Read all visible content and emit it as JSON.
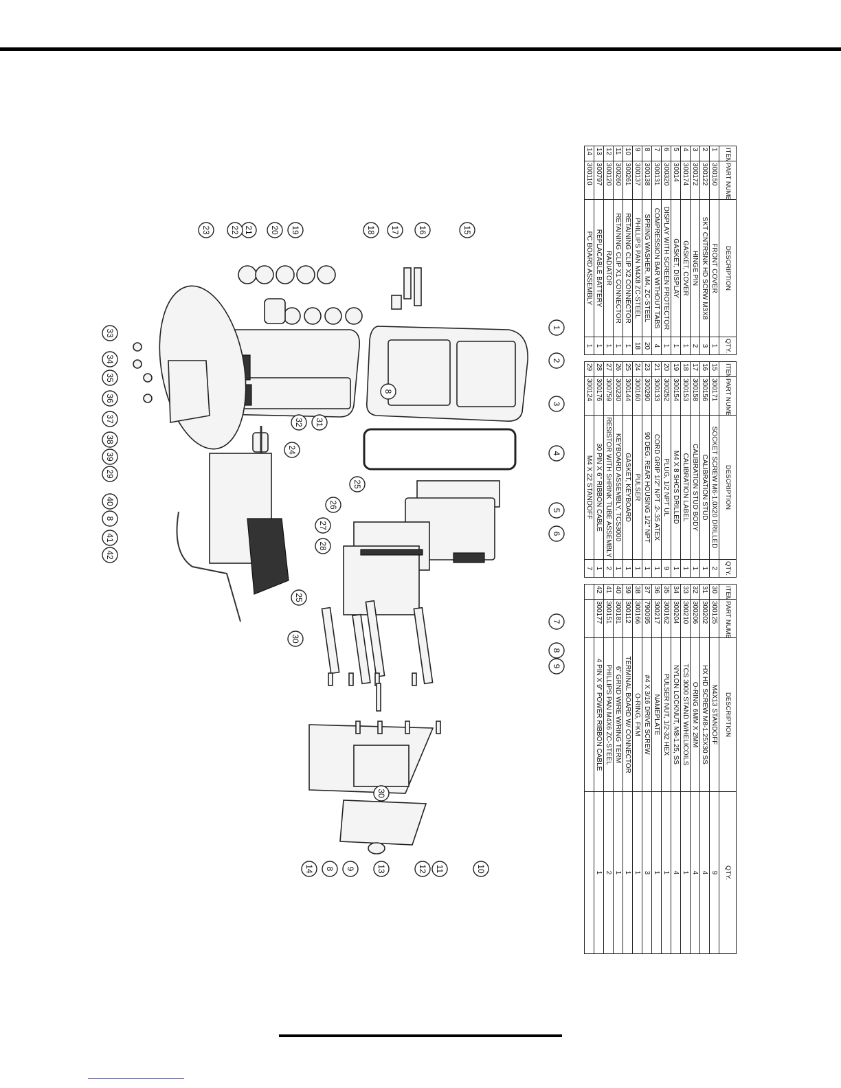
{
  "table": {
    "headers": [
      {
        "item": "ITEM NO.",
        "part": "PART NUMBER",
        "desc": "DESCRIPTION",
        "qty": "QTY."
      },
      {
        "item": "ITEM NO.",
        "part": "PART NUMBER",
        "desc": "DESCRIPTION",
        "qty": "QTY."
      },
      {
        "item": "ITEM NO.",
        "part": "PART NUMBER",
        "desc": "DESCRIPTION",
        "qty": "QTY."
      }
    ],
    "groups": [
      [
        {
          "item": "1",
          "part": "300150",
          "desc": "FRONT COVER",
          "qty": "1"
        },
        {
          "item": "2",
          "part": "300122",
          "desc": "SKT CNTRSNK HD SCRW M3X8",
          "qty": "3"
        },
        {
          "item": "3",
          "part": "300172",
          "desc": "HINGE PIN",
          "qty": "2"
        },
        {
          "item": "4",
          "part": "300174",
          "desc": "GASKET, COVER",
          "qty": "1"
        },
        {
          "item": "5",
          "part": "30014",
          "desc": "GASKET, DISPLAY",
          "qty": "1"
        },
        {
          "item": "6",
          "part": "300320",
          "desc": "DISPLAY WITH SCREEN PROTECTOR",
          "qty": "1"
        },
        {
          "item": "7",
          "part": "300131",
          "desc": "COMPRESSION BAR WITHOUT TABS",
          "qty": "4"
        },
        {
          "item": "8",
          "part": "300138",
          "desc": "SPRING WASHER, M4, ZC-STEEL",
          "qty": "20"
        },
        {
          "item": "9",
          "part": "300137",
          "desc": "PHILLIPS PAN M4X8 ZC-STEEL",
          "qty": "18"
        },
        {
          "item": "10",
          "part": "300261",
          "desc": "RETAINING CLIP X2 CONNECTOR",
          "qty": "1"
        },
        {
          "item": "11",
          "part": "300260",
          "desc": "RETAINING CLIP X1 CONNECTOR",
          "qty": "1"
        },
        {
          "item": "12",
          "part": "300120",
          "desc": "RADIATOR",
          "qty": "1"
        },
        {
          "item": "13",
          "part": "300797",
          "desc": "REPLACABLE BATTERY",
          "qty": "1"
        },
        {
          "item": "14",
          "part": "300110",
          "desc": "PC BOARD ASSEMBLY",
          "qty": "1"
        }
      ],
      [
        {
          "item": "15",
          "part": "300171",
          "desc": "SOCKET SCREW M6-1.0X20 DRILLED",
          "qty": "2"
        },
        {
          "item": "16",
          "part": "300156",
          "desc": "CALIBRATION STUD",
          "qty": "1"
        },
        {
          "item": "17",
          "part": "300158",
          "desc": "CALIBRATION STUD BODY",
          "qty": "1"
        },
        {
          "item": "18",
          "part": "300153",
          "desc": "CALIBRATION LABEL",
          "qty": "1"
        },
        {
          "item": "19",
          "part": "300154",
          "desc": "M4 X 8 SHCS DRILLED",
          "qty": "1"
        },
        {
          "item": "20",
          "part": "300252",
          "desc": "PLUG, 1/2 NPT UL",
          "qty": "9"
        },
        {
          "item": "21",
          "part": "300133",
          "desc": "CORD GRIP 1/2\" NPT .2-.35 ATEX",
          "qty": "1"
        },
        {
          "item": "23",
          "part": "300290",
          "desc": "90 DEG. REAR HOUSING 1/2\" NPT",
          "qty": "1"
        },
        {
          "item": "24",
          "part": "300160",
          "desc": "PULSER",
          "qty": "1"
        },
        {
          "item": "25",
          "part": "300144",
          "desc": "GASKET, KEYBOARD",
          "qty": "1"
        },
        {
          "item": "26",
          "part": "300230",
          "desc": "KEYBOARD ASSEMBLY, TCS3000",
          "qty": "1"
        },
        {
          "item": "27",
          "part": "300759",
          "desc": "RESISTOR WITH SHRINK TUBE ASSEMBLY",
          "qty": "2"
        },
        {
          "item": "28",
          "part": "300176",
          "desc": "30 PIN X 6\" RIBBON CABLE",
          "qty": "1"
        },
        {
          "item": "29",
          "part": "300124",
          "desc": "M4 X 22 STANDOFF",
          "qty": "7"
        }
      ],
      [
        {
          "item": "30",
          "part": "300125",
          "desc": "M4X13 STANDOFF",
          "qty": "9"
        },
        {
          "item": "31",
          "part": "300202",
          "desc": "HX HD SCREW M8-1.25X30 SS",
          "qty": "4"
        },
        {
          "item": "32",
          "part": "300206",
          "desc": "O-RING 6MM X 2MM",
          "qty": "4"
        },
        {
          "item": "33",
          "part": "300210",
          "desc": "TCS 3000 STAND W/HELICOILS",
          "qty": "1"
        },
        {
          "item": "34",
          "part": "300204",
          "desc": "NYLON LOCKNUT, M8-1.25, SS",
          "qty": "4"
        },
        {
          "item": "35",
          "part": "300162",
          "desc": "PULSER NUT, 1/2-32 HEX",
          "qty": "1"
        },
        {
          "item": "36",
          "part": "300217",
          "desc": "NAMEPLATE",
          "qty": "1"
        },
        {
          "item": "37",
          "part": "790095",
          "desc": "#4 X 3/16 DRIVE SCREW",
          "qty": "3"
        },
        {
          "item": "38",
          "part": "300166",
          "desc": "O-RING, FKM",
          "qty": "1"
        },
        {
          "item": "39",
          "part": "300112",
          "desc": "TERMINAL BOARD W/ CONNECTOR",
          "qty": "1"
        },
        {
          "item": "40",
          "part": "300181",
          "desc": "6\" GRND WIRE W/RING TERM",
          "qty": "1"
        },
        {
          "item": "41",
          "part": "300151",
          "desc": "PHILLIPS PAN M4X6 ZC-STEEL",
          "qty": "2"
        },
        {
          "item": "42",
          "part": "300177",
          "desc": "4 PIN X 9\" POWER RIBBON CABLE",
          "qty": "1"
        },
        {
          "item": "",
          "part": "",
          "desc": "",
          "qty": ""
        }
      ]
    ]
  },
  "callouts": [
    "15",
    "16",
    "17",
    "18",
    "19",
    "20",
    "21",
    "22",
    "23",
    "1",
    "2",
    "3",
    "8",
    "33",
    "34",
    "35",
    "36",
    "37",
    "38",
    "39",
    "29",
    "40",
    "8",
    "41",
    "42",
    "31",
    "32",
    "24",
    "4",
    "5",
    "6",
    "25",
    "26",
    "27",
    "28",
    "7",
    "8",
    "9",
    "25",
    "30",
    "30",
    "10",
    "11",
    "12",
    "13",
    "9",
    "8",
    "14"
  ]
}
